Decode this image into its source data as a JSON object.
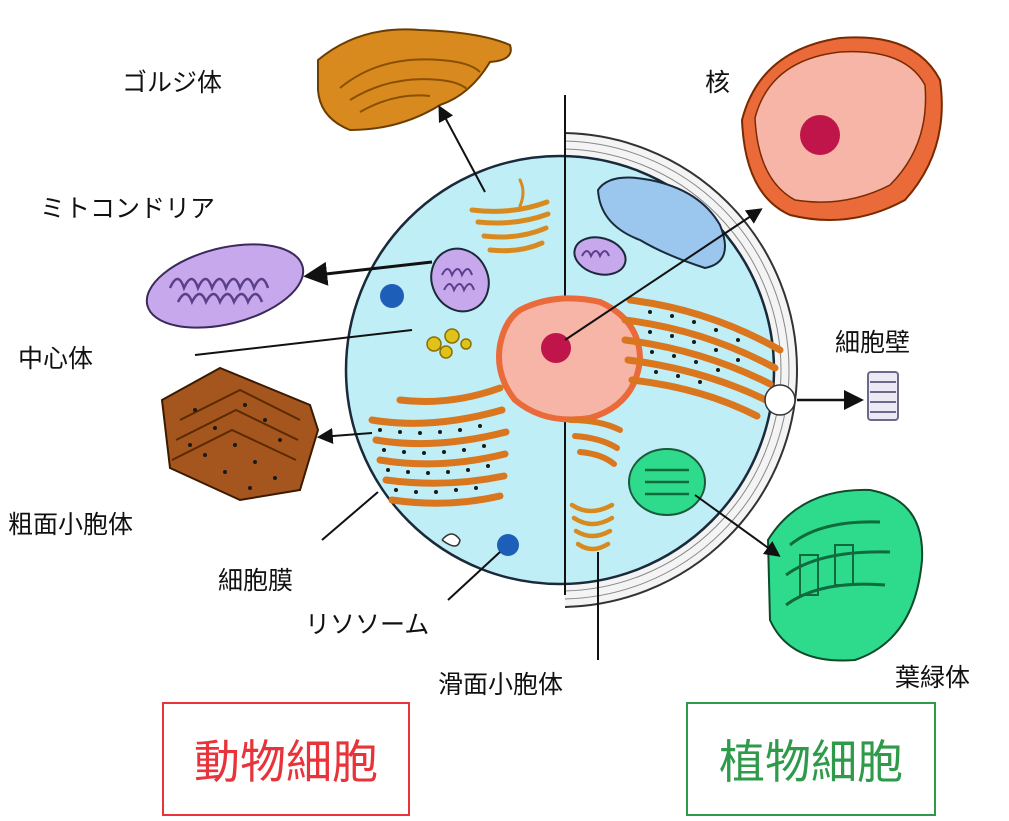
{
  "labels": {
    "golgi": "ゴルジ体",
    "mitochondria": "ミトコンドリア",
    "centrosome": "中心体",
    "rough_er": "粗面小胞体",
    "cell_membrane": "細胞膜",
    "lysosome": "リソソーム",
    "smooth_er": "滑面小胞体",
    "nucleus": "核",
    "cell_wall": "細胞壁",
    "chloroplast": "葉緑体"
  },
  "boxes": {
    "animal_cell": "動物細胞",
    "plant_cell": "植物細胞"
  },
  "colors": {
    "animal_box": "#e8333a",
    "plant_box": "#2e9a4a",
    "cytoplasm": "#bfeef6",
    "cell_outline": "#1a2a3a",
    "golgi": "#d98a1e",
    "mitochondria": "#c7a8ec",
    "rough_er": "#a5561e",
    "nucleus": "#f6b5a6",
    "nucleus_wall": "#ea6a3a",
    "nucleolus": "#c0154a",
    "chloroplast": "#2edb8c",
    "vacuole": "#9bc7ef",
    "lysosome": "#1d5fb8",
    "centrosome": "#e0c21a"
  }
}
